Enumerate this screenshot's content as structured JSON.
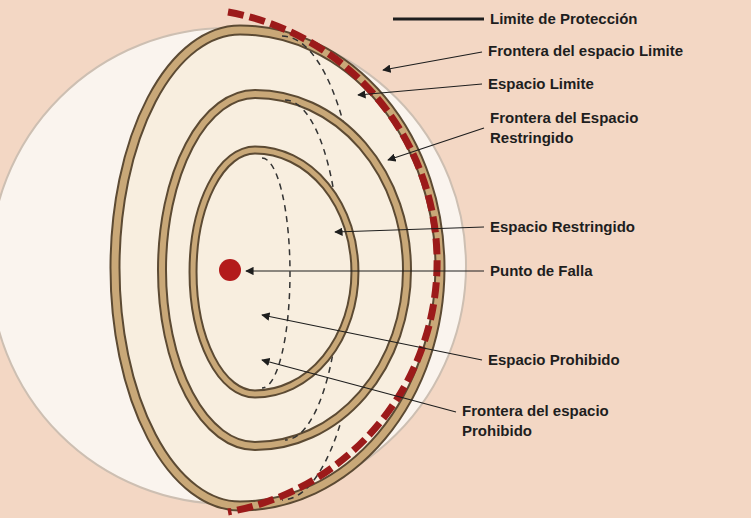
{
  "diagram": {
    "labels": [
      "Limite de Protección",
      "Frontera del espacio Limite",
      "Espacio Limite",
      "Frontera del Espacio Restringido",
      "Espacio Restringido",
      "Punto de Falla",
      "Espacio Prohibido",
      "Frontera del espacio Prohibido"
    ]
  }
}
